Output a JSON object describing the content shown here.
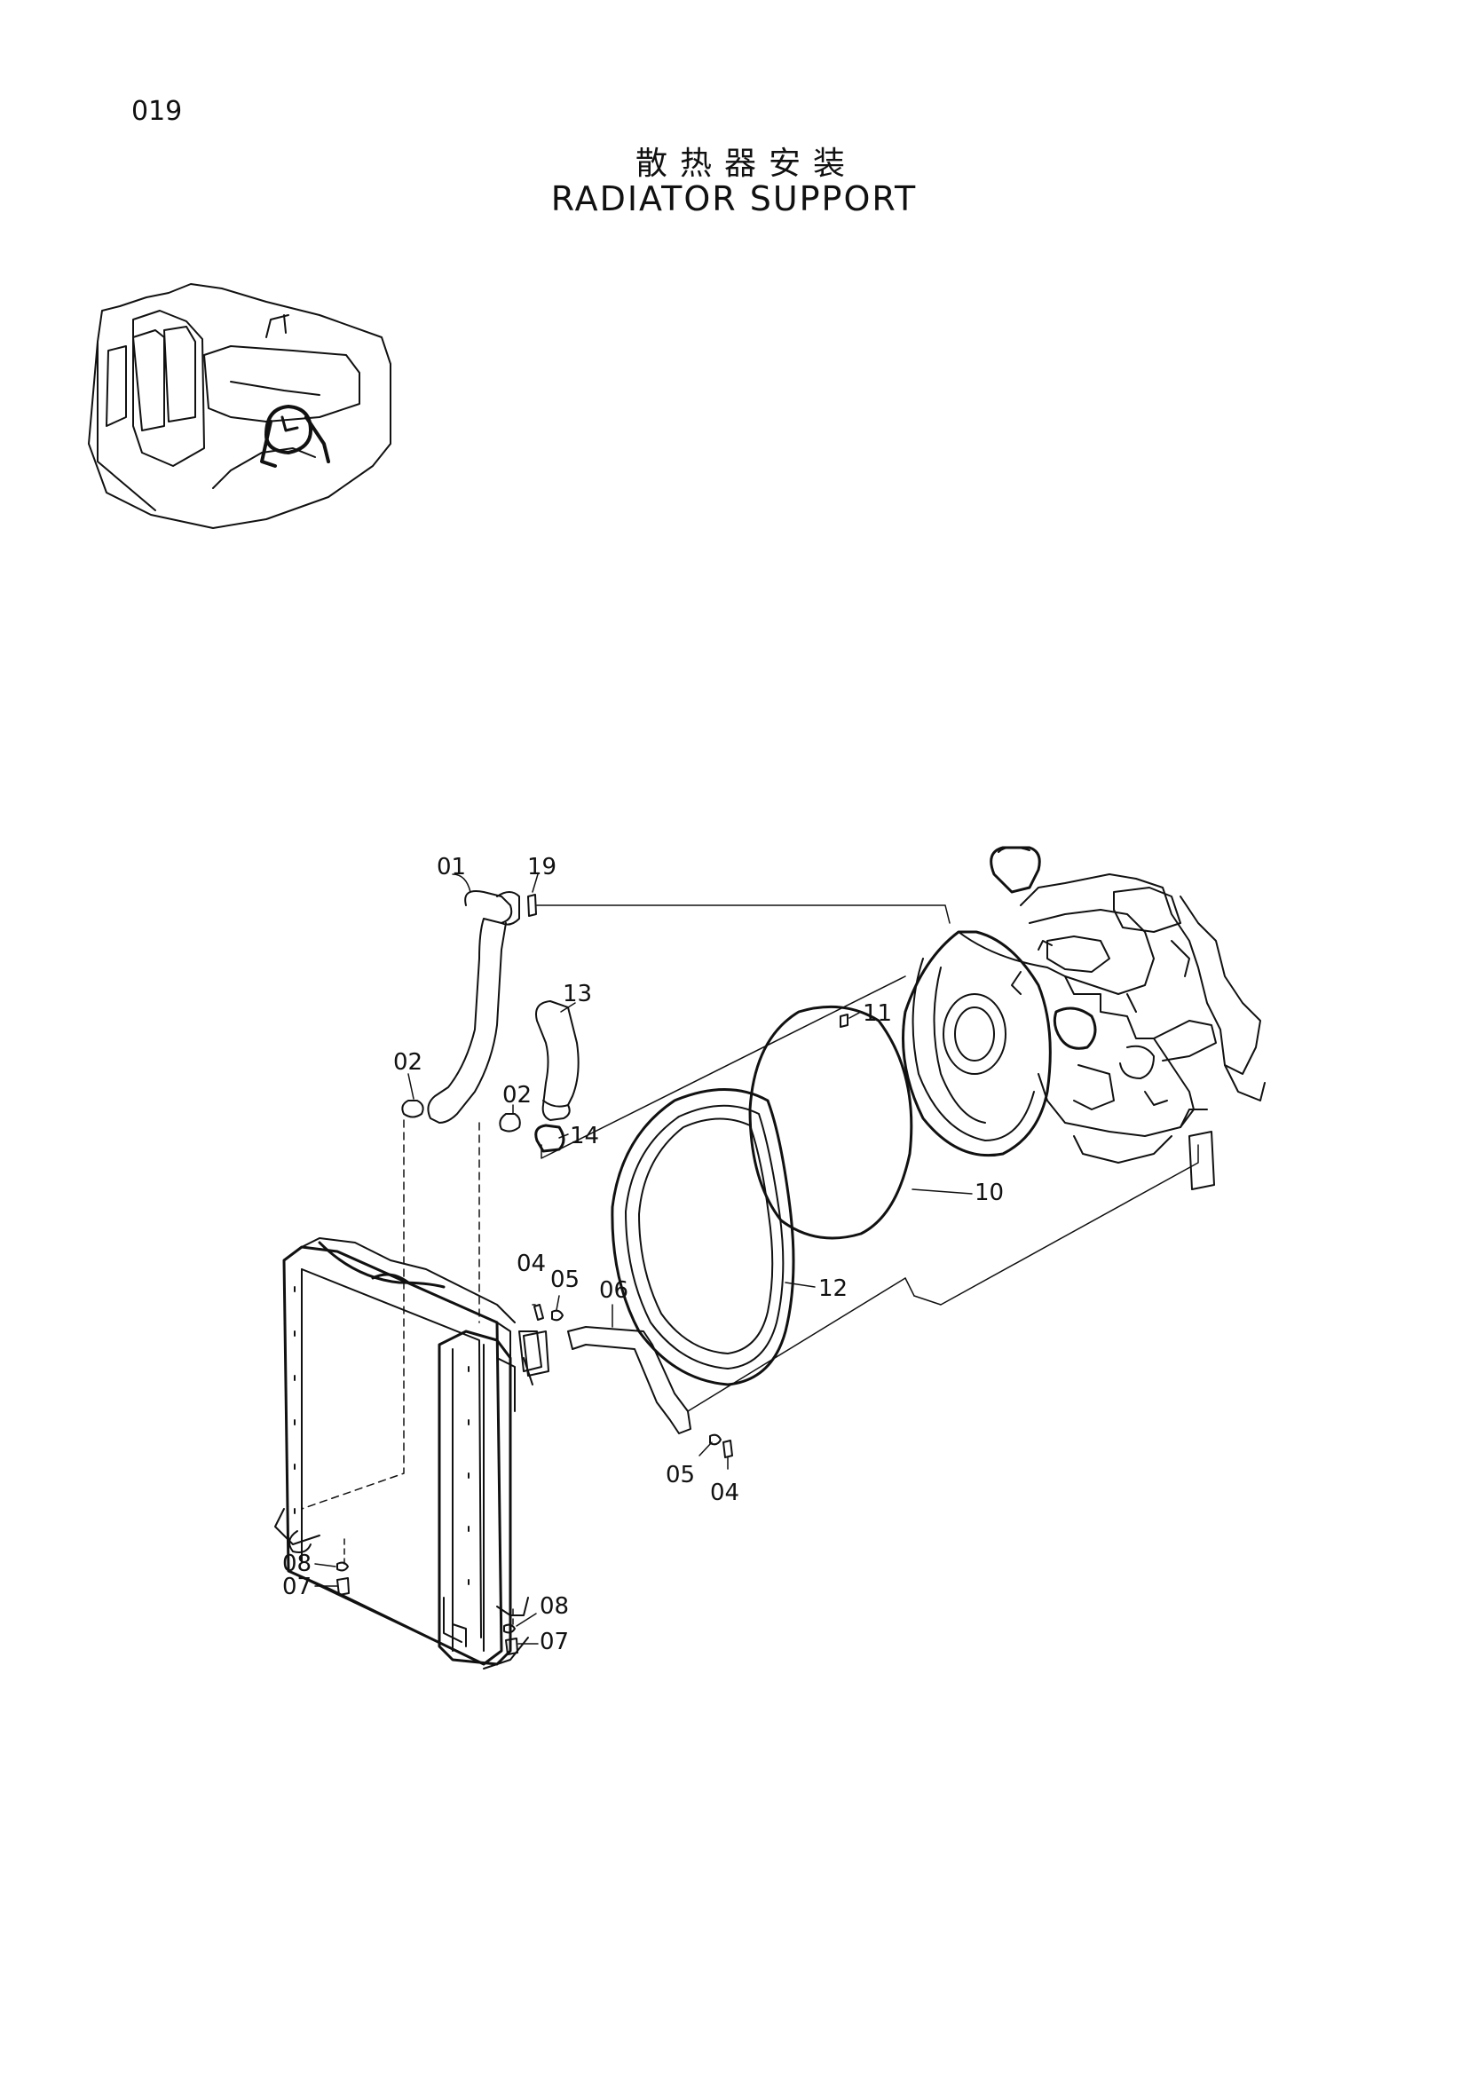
{
  "page": {
    "number": "019"
  },
  "title": {
    "chinese": "散热器安装",
    "english": "RADIATOR SUPPORT"
  },
  "callouts": [
    {
      "id": "c01",
      "text": "01"
    },
    {
      "id": "c19",
      "text": "19"
    },
    {
      "id": "c13",
      "text": "13"
    },
    {
      "id": "c11",
      "text": "11"
    },
    {
      "id": "c02a",
      "text": "02"
    },
    {
      "id": "c02b",
      "text": "02"
    },
    {
      "id": "c14",
      "text": "14"
    },
    {
      "id": "c10",
      "text": "10"
    },
    {
      "id": "c04a",
      "text": "04"
    },
    {
      "id": "c05a",
      "text": "05"
    },
    {
      "id": "c06",
      "text": "06"
    },
    {
      "id": "c12",
      "text": "12"
    },
    {
      "id": "c05b",
      "text": "05"
    },
    {
      "id": "c04b",
      "text": "04"
    },
    {
      "id": "c08a",
      "text": "08"
    },
    {
      "id": "c07a",
      "text": "07"
    },
    {
      "id": "c08b",
      "text": "08"
    },
    {
      "id": "c07b",
      "text": "07"
    }
  ]
}
